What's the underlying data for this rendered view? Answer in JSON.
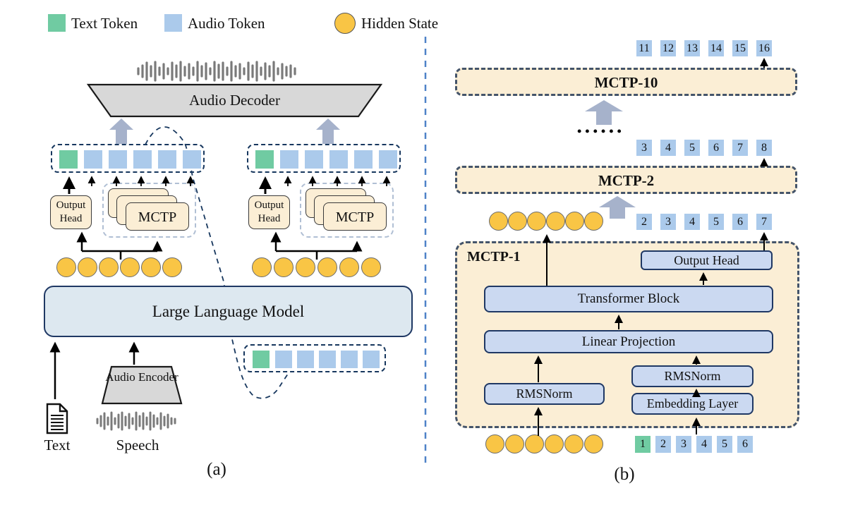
{
  "legend": {
    "text_token": "Text Token",
    "audio_token": "Audio Token",
    "hidden_state": "Hidden State"
  },
  "panel_a": {
    "caption": "(a)",
    "audio_decoder": "Audio Decoder",
    "large_language_model": "Large Language Model",
    "audio_encoder": "Audio Encoder",
    "output_head": "Output Head",
    "mctp": "MCTP",
    "text_label": "Text",
    "speech_label": "Speech"
  },
  "panel_b": {
    "caption": "(b)",
    "mctp_10": "MCTP-10",
    "mctp_2": "MCTP-2",
    "mctp_1": "MCTP-1",
    "output_head": "Output Head",
    "transformer_block": "Transformer Block",
    "linear_projection": "Linear Projection",
    "rmsnorm": "RMSNorm",
    "embedding_layer": "Embedding Layer",
    "ellipsis": "••••••",
    "rows": {
      "top": [
        "11",
        "12",
        "13",
        "14",
        "15",
        "16"
      ],
      "upper": [
        "3",
        "4",
        "5",
        "6",
        "7",
        "8"
      ],
      "lower": [
        "2",
        "3",
        "4",
        "5",
        "6",
        "7"
      ],
      "bottom": [
        "1",
        "2",
        "3",
        "4",
        "5",
        "6"
      ]
    }
  },
  "colors": {
    "text_token": "#70CBA2",
    "audio_token": "#ABCAEB",
    "hidden_state": "#F9C545",
    "cream": "#FBEED5",
    "module_blue": "#CBD9F1",
    "llm_fill": "#DDE8F0",
    "dash_navy": "#17375E",
    "gray_arrow": "#A6B2CB"
  }
}
